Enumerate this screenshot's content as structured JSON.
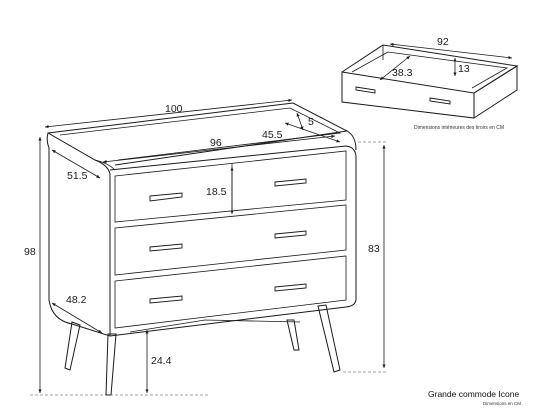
{
  "product": {
    "title": "Grande commode Icone",
    "units_note": "Dimensions en CM"
  },
  "drawer_detail": {
    "note": "Dimensions intérieures des tiroirs en CM",
    "width": "92",
    "depth": "38.3",
    "height": "13"
  },
  "dimensions": {
    "overall_width": "100",
    "top_inner_width": "96",
    "top_depth": "45.5",
    "top_rim": "5",
    "side_depth": "51.5",
    "drawer_gap_height": "18.5",
    "total_height": "98",
    "body_height": "83",
    "lower_depth": "48.2",
    "leg_height": "24.4"
  }
}
